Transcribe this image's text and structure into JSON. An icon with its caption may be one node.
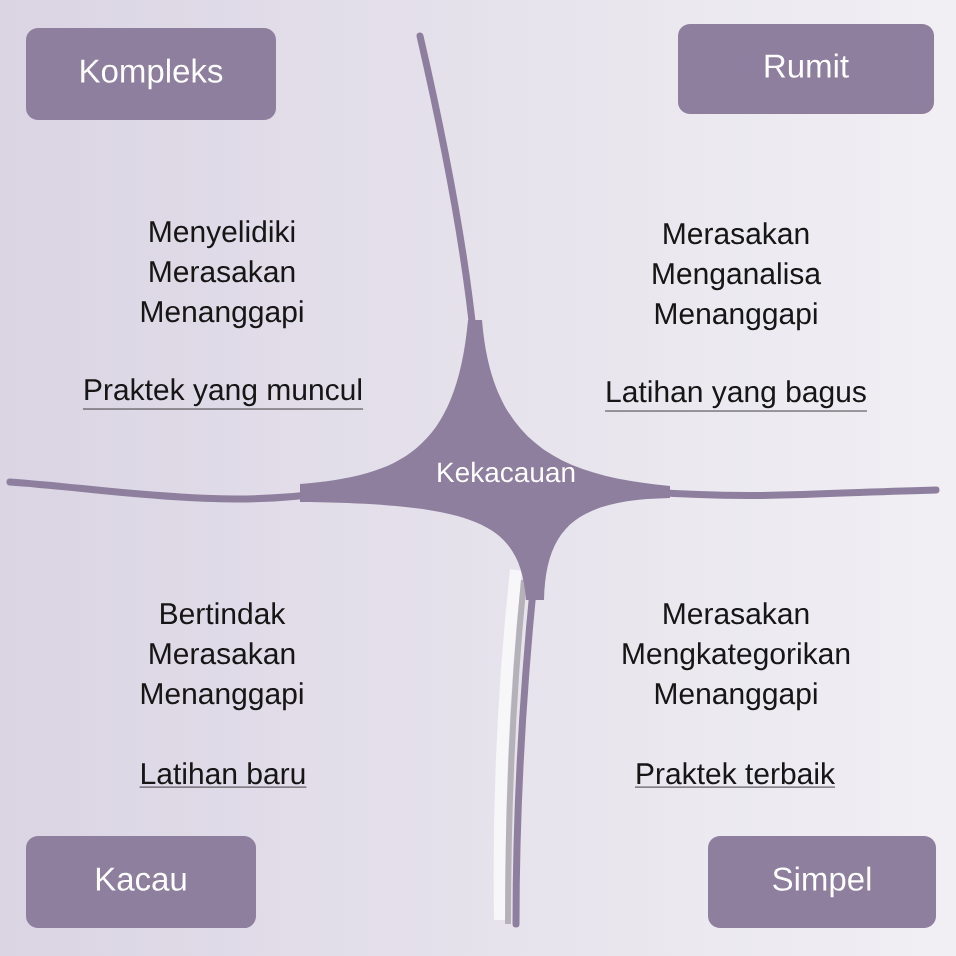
{
  "diagram": {
    "nodes": [
      {
        "text": [
          "Kompleks"
        ]
      },
      {
        "text": [
          "Rumit"
        ]
      },
      {
        "text": [
          "Kekacauan"
        ]
      },
      {
        "text": [
          "Kacau"
        ]
      },
      {
        "text": [
          "Simpel"
        ]
      }
    ],
    "labels": [
      "Menyelidiki",
      "Merasakan",
      "Menanggapi",
      "Praktek yang muncul",
      "Merasakan",
      "Menganalisa",
      "Menanggapi",
      "Latihan yang bagus",
      "Bertindak",
      "Merasakan",
      "Menanggapi",
      "Latihan baru",
      "Merasakan",
      "Mengkategorikan",
      "Menanggapi",
      "Praktek terbaik"
    ]
  }
}
